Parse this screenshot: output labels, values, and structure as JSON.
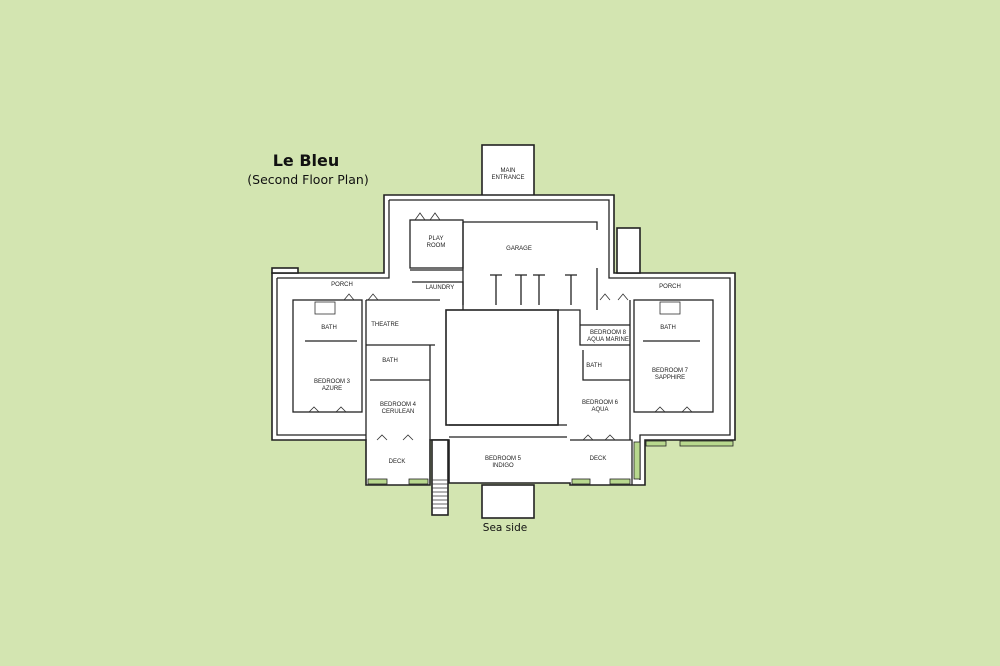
{
  "title": "Le Bleu",
  "subtitle": "(Second Floor Plan)",
  "orientation_label": "Sea side",
  "colors": {
    "background": "#d3e5b1",
    "walls": "#222222",
    "floor": "#ffffff",
    "planters": "#b8d88e"
  },
  "rooms": {
    "main_entrance": [
      "MAIN",
      "ENTRANCE"
    ],
    "play_room": [
      "PLAY",
      "ROOM"
    ],
    "garage": "GARAGE",
    "laundry": "LAUNDRY",
    "porch_left": "PORCH",
    "porch_right": "PORCH",
    "theatre": "THEATRE",
    "bath_3": "BATH",
    "bedroom_3": [
      "BEDROOM 3",
      "AZURE"
    ],
    "bath_4": "BATH",
    "bedroom_4": [
      "BEDROOM 4",
      "CERULEAN"
    ],
    "bedroom_5": [
      "BEDROOM 5",
      "INDIGO"
    ],
    "deck_left": "DECK",
    "deck_right": "DECK",
    "bedroom_8": [
      "BEDROOM 8",
      "AQUA MARINE"
    ],
    "bath_6": "BATH",
    "bedroom_6": [
      "BEDROOM 6",
      "AQUA"
    ],
    "bath_7": "BATH",
    "bedroom_7": [
      "BEDROOM 7",
      "SAPPHIRE"
    ]
  }
}
